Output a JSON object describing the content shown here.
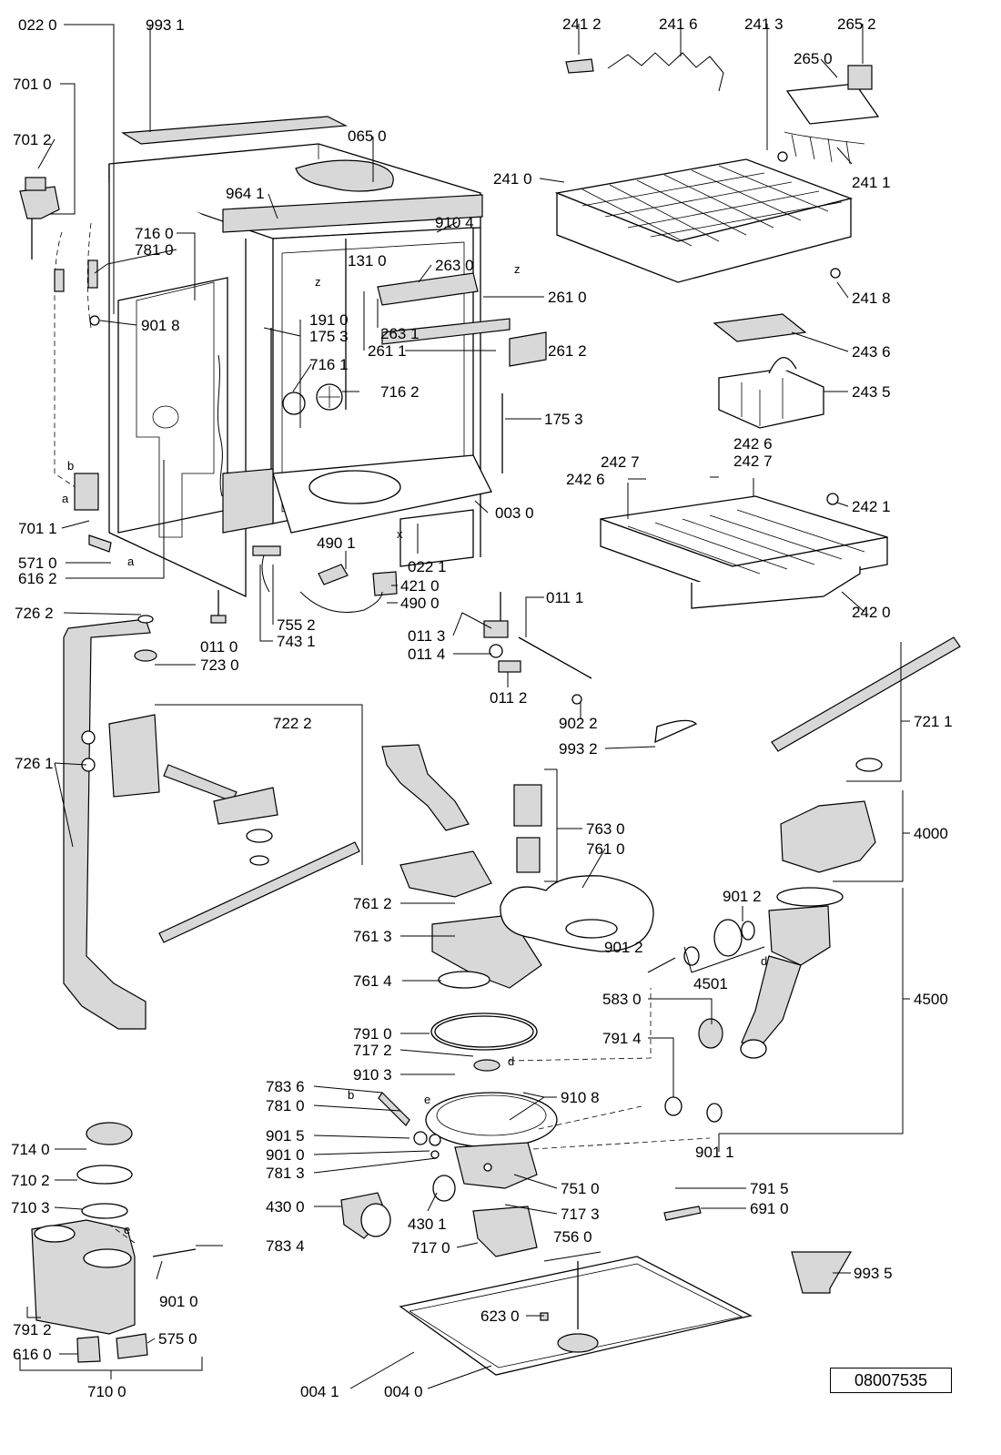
{
  "document_number": "08007535",
  "part_labels": [
    "022 0",
    "993 1",
    "701 0",
    "701 2",
    "065 0",
    "964 1",
    "716 0",
    "781 0",
    "910 4",
    "131 0",
    "263 0",
    "261 0",
    "191 0",
    "175 3",
    "901 8",
    "263 1",
    "261 1",
    "261 2",
    "716 1",
    "716 2",
    "175 3",
    "003 0",
    "701 1",
    "571 0",
    "616 2",
    "490 1",
    "022 1",
    "421 0",
    "490 0",
    "726 2",
    "755 2",
    "743 1",
    "011 0",
    "723 0",
    "011 1",
    "011 3",
    "011 4",
    "011 2",
    "902 2",
    "993 2",
    "241 2",
    "241 6",
    "241 3",
    "265 2",
    "265 0",
    "241 0",
    "241 1",
    "241 8",
    "243 6",
    "243 5",
    "242 7",
    "242 6",
    "242 6",
    "242 7",
    "242 1",
    "242 0",
    "721 1",
    "722 2",
    "726 1",
    "763 0",
    "761 0",
    "4000",
    "761 2",
    "761 3",
    "901 2",
    "901 2",
    "4501",
    "761 4",
    "583 0",
    "4500",
    "791 0",
    "791 4",
    "717 2",
    "910 3",
    "910 8",
    "783 6",
    "781 0",
    "901 5",
    "901 0",
    "781 3",
    "714 0",
    "710 2",
    "710 3",
    "430 0",
    "430 1",
    "751 0",
    "717 3",
    "901 1",
    "791 5",
    "691 0",
    "783 4",
    "901 0",
    "717 0",
    "756 0",
    "993 5",
    "791 2",
    "616 0",
    "575 0",
    "623 0",
    "710 0",
    "004 1",
    "004 0"
  ],
  "letter_marks": [
    "z",
    "z",
    "x",
    "b",
    "a",
    "a",
    "b",
    "e",
    "e",
    "d",
    "d"
  ]
}
